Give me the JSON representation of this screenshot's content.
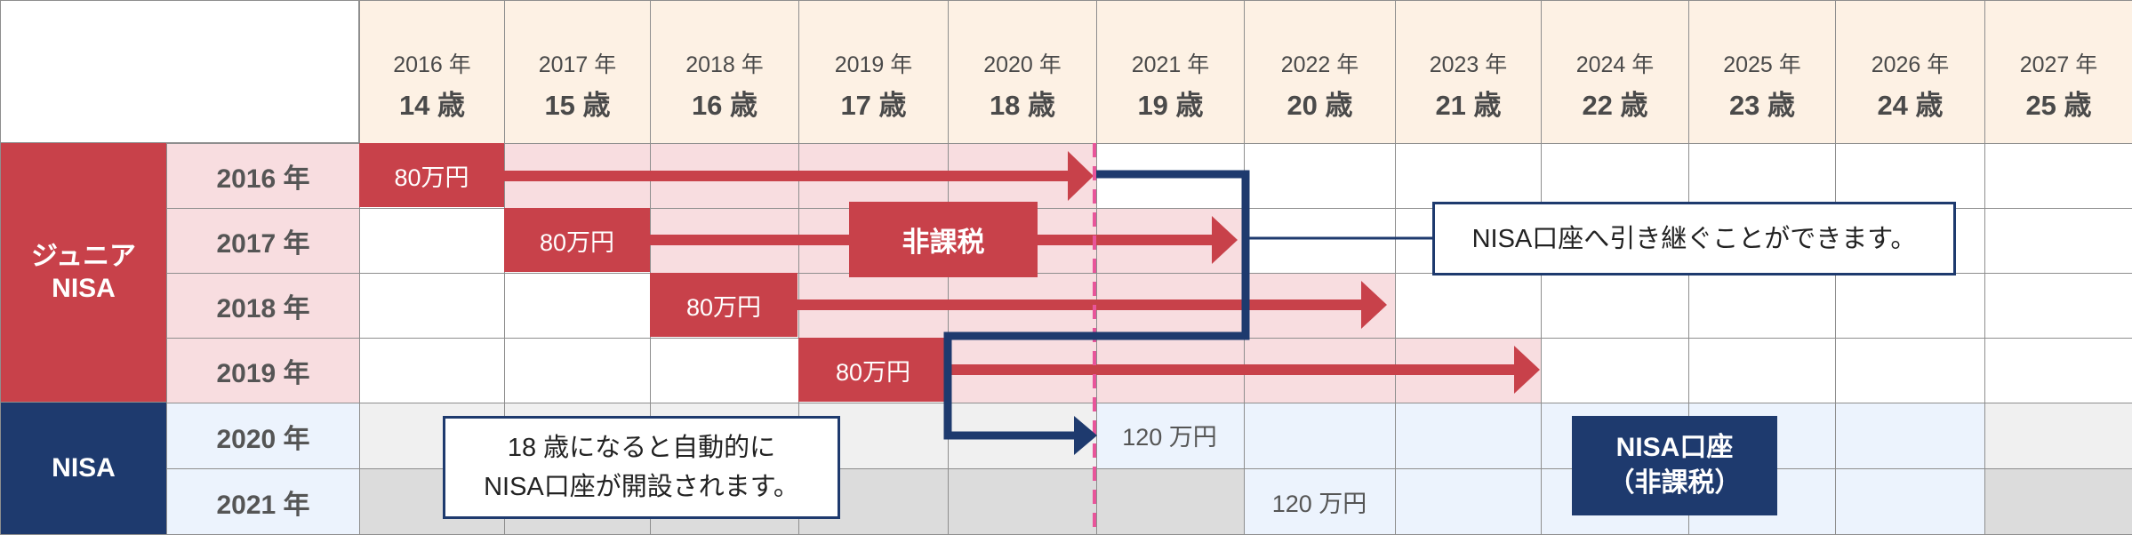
{
  "header": {
    "columns": [
      {
        "year": "2016 年",
        "age": "14 歳"
      },
      {
        "year": "2017 年",
        "age": "15 歳"
      },
      {
        "year": "2018 年",
        "age": "16 歳"
      },
      {
        "year": "2019 年",
        "age": "17 歳"
      },
      {
        "year": "2020 年",
        "age": "18 歳"
      },
      {
        "year": "2021 年",
        "age": "19 歳"
      },
      {
        "year": "2022 年",
        "age": "20 歳"
      },
      {
        "year": "2023 年",
        "age": "21 歳"
      },
      {
        "year": "2024 年",
        "age": "22 歳"
      },
      {
        "year": "2025 年",
        "age": "23 歳"
      },
      {
        "year": "2026 年",
        "age": "24 歳"
      },
      {
        "year": "2027 年",
        "age": "25 歳"
      }
    ]
  },
  "groups": {
    "junior_nisa": "ジュニア\nNISA",
    "nisa": "NISA"
  },
  "rows": [
    {
      "label": "2016 年",
      "amount": "80万円"
    },
    {
      "label": "2017 年",
      "amount": "80万円"
    },
    {
      "label": "2018 年",
      "amount": "80万円"
    },
    {
      "label": "2019 年",
      "amount": "80万円"
    },
    {
      "label": "2020 年",
      "amount": "120 万円"
    },
    {
      "label": "2021 年",
      "amount": "120 万円"
    }
  ],
  "labels": {
    "tax_free": "非課税",
    "transfer_note": "NISA口座へ引き継ぐことができます。",
    "auto_open_note": "18 歳になると自動的に\nNISA口座が開設されます。",
    "nisa_account": "NISA口座\n（非課税）"
  },
  "colors": {
    "junior_red": "#c8414a",
    "junior_pink": "#f8dde0",
    "nisa_navy": "#1e3a6e",
    "nisa_blue": "#ecf3fd",
    "header_bg": "#fdf1e4",
    "dashed_line": "#e8559a"
  }
}
